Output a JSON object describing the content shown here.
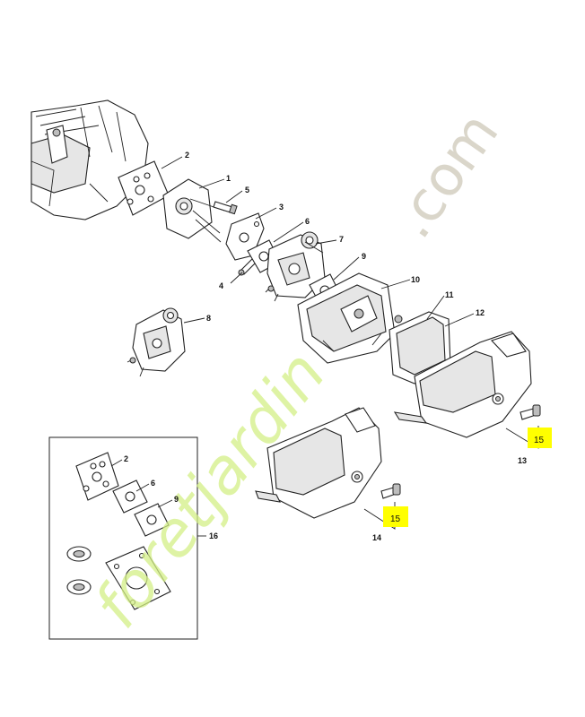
{
  "callouts": {
    "p1": "1",
    "p2": "2",
    "p3": "3",
    "p4": "4",
    "p5": "5",
    "p6": "6",
    "p7": "7",
    "p8": "8",
    "p9": "9",
    "p10": "10",
    "p11": "11",
    "p12": "12",
    "p13": "13",
    "p14": "14",
    "p15a": "15",
    "p15b": "15",
    "p16": "16",
    "kit2": "2",
    "kit6": "6",
    "kit9": "9"
  },
  "watermark": {
    "domain": ".com",
    "brand": "foretjardin"
  },
  "colors": {
    "highlight": "#ffff00",
    "watermark_tan": "#d4cfc1",
    "watermark_green": "#d4ef86",
    "line": "#222222"
  }
}
